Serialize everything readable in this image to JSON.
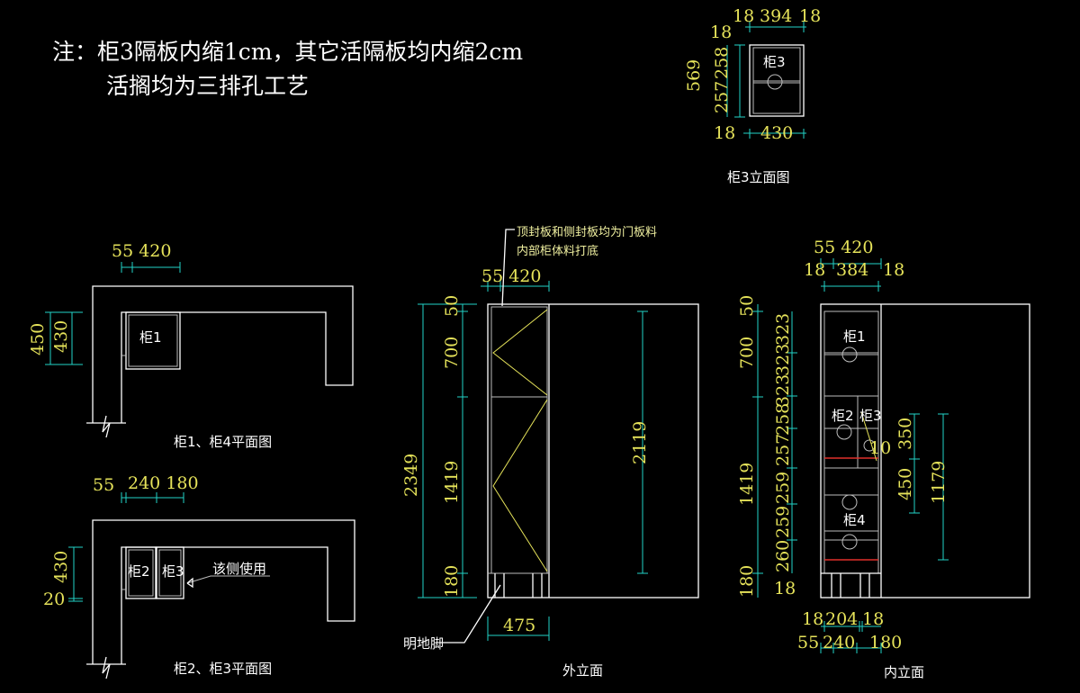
{
  "notes": {
    "line1": "注：柜3隔板内缩1cm，其它活隔板均内缩2cm",
    "line2": "活搁均为三排孔工艺"
  },
  "titles": {
    "cab3_elevation": "柜3立面图",
    "plan14": "柜1、柜4平面图",
    "plan23": "柜2、柜3平面图",
    "outer_elev": "外立面",
    "inner_elev": "内立面"
  },
  "annotations": {
    "top_board_1": "顶封板和侧封板均为门板料",
    "top_board_2": "内部柜体料打底",
    "this_side": "该侧使用",
    "exposed_leg": "明地脚"
  },
  "cabinets": {
    "c1": "柜1",
    "c2": "柜2",
    "c3": "柜3",
    "c4": "柜4",
    "c3_inner": "柜3"
  },
  "dims": {
    "cab3": {
      "t18a": "18",
      "t394": "394",
      "t18b": "18",
      "t18c": "18",
      "h569": "569",
      "h258": "258",
      "h257": "257",
      "b18": "18",
      "b430": "430"
    },
    "plan14": {
      "w": "55 420",
      "h450": "450",
      "h430": "430"
    },
    "plan23": {
      "a": "55",
      "b": "240 180",
      "h430": "430",
      "h20": "20"
    },
    "outer": {
      "top": "55 420",
      "h50": "50",
      "h700": "700",
      "h2349": "2349",
      "h1419": "1419",
      "h180": "180",
      "h2119": "2119",
      "b475": "475"
    },
    "inner": {
      "t1": "55 420",
      "t2a": "18",
      "t2b": "384",
      "t2c": "18",
      "h50": "50",
      "h700": "700",
      "h1419": "1419",
      "h180": "180",
      "s323a": "323",
      "s323b": "323",
      "s323c": "323",
      "s258": "258",
      "s257": "257",
      "s259a": "259",
      "s259b": "259",
      "s260": "260",
      "s18": "18",
      "d10": "10",
      "d350": "350",
      "d450": "450",
      "d1179": "1179",
      "b1a": "18",
      "b1b": "204",
      "b1c": "18",
      "b2a": "55",
      "b2b": "240",
      "b2c": "180"
    }
  }
}
